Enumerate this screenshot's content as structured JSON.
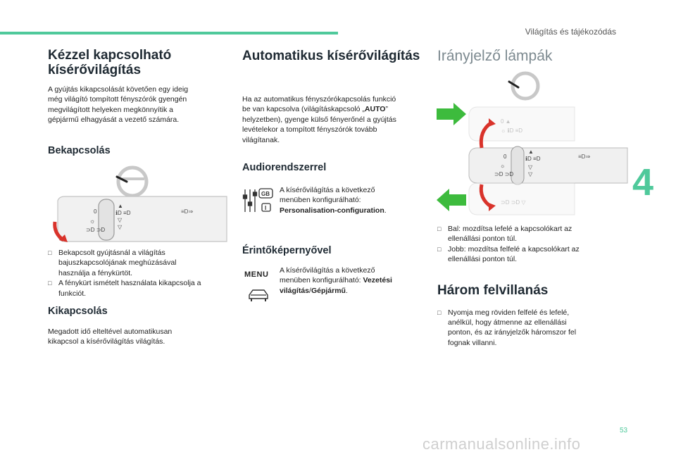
{
  "header": {
    "running_title": "Világítás és tájékozódás",
    "chapter_number": "4",
    "page_number": "53"
  },
  "watermark": "carmanualsonline.info",
  "col1": {
    "title_line1": "Kézzel kapcsolható",
    "title_line2": "kísérővilágítás",
    "intro_l1": "A gyújtás kikapcsolását követően egy ideig",
    "intro_l2": "még világító tompított fényszórók gyengén",
    "intro_l3": "megvilágított helyeken megkönnyítik a",
    "intro_l4": "gépjármű elhagyását a vezető számára.",
    "on_heading": "Bekapcsolás",
    "bullet1_l1": "Bekapcsolt gyújtásnál a világítás",
    "bullet1_l2": "bajuszkapcsolójának meghúzásával",
    "bullet1_l3": "használja a fénykürtöt.",
    "bullet2_l1": "A fénykürt ismételt használata kikapcsolja a",
    "bullet2_l2": "funkciót.",
    "off_heading": "Kikapcsolás",
    "off_l1": "Megadott idő elteltével automatikusan",
    "off_l2": "kikapcsol a kísérővilágítás világítás."
  },
  "col2": {
    "title": "Automatikus kísérővilágítás",
    "intro_l1": "Ha az automatikus fényszórókapcsolás funkció",
    "intro_l2a": "be van kapcsolva (világításkapcsoló „",
    "intro_l2b": "AUTO",
    "intro_l2c": "”",
    "intro_l3": "helyzetben), gyenge külső fényerőnél a gyújtás",
    "intro_l4": "levételekor a tompított fényszórók tovább",
    "intro_l5": "világítanak.",
    "audio_heading": "Audiorendszerrel",
    "audio_l1": "A kísérővilágítás a következő",
    "audio_l2": "menüben konfigurálható:",
    "audio_l3": "Personalisation-configuration",
    "audio_l3_end": ".",
    "touch_heading": "Érintőképernyővel",
    "touch_l1": "A kísérővilágítás a következő",
    "touch_l2a": "menüben konfigurálható: ",
    "touch_l2b": "Vezetési",
    "touch_l3a": "világítás",
    "touch_l3b": "/",
    "touch_l3c": "Gépjármű",
    "touch_l3d": ".",
    "gb_label": "GB",
    "i_label": "I",
    "menu_label": "MENU"
  },
  "col3": {
    "title": "Irányjelző lámpák",
    "bullet1_l1": "Bal: mozdítsa lefelé a kapcsolókart az",
    "bullet1_l2": "ellenállási ponton túl.",
    "bullet2_l1": "Jobb: mozdítsa felfelé a kapcsolókart az",
    "bullet2_l2": "ellenállási ponton túl.",
    "flash_heading": "Három felvillanás",
    "flash_l1": "Nyomja meg röviden felfelé és lefelé,",
    "flash_l2": "anélkül, hogy átmenne az ellenállási",
    "flash_l3": "ponton, és az irányjelzők háromszor fel",
    "flash_l4": "fognak villanni."
  },
  "colors": {
    "accent": "#4fc99b",
    "arrow_red": "#d9332b",
    "arrow_green": "#3dbb3d"
  },
  "icons": [
    "steering-wheel-icon",
    "light-stalk-icon",
    "red-curved-arrow-icon",
    "green-arrow-icon",
    "audio-gb-icon",
    "car-icon",
    "bullet-square-icon"
  ]
}
